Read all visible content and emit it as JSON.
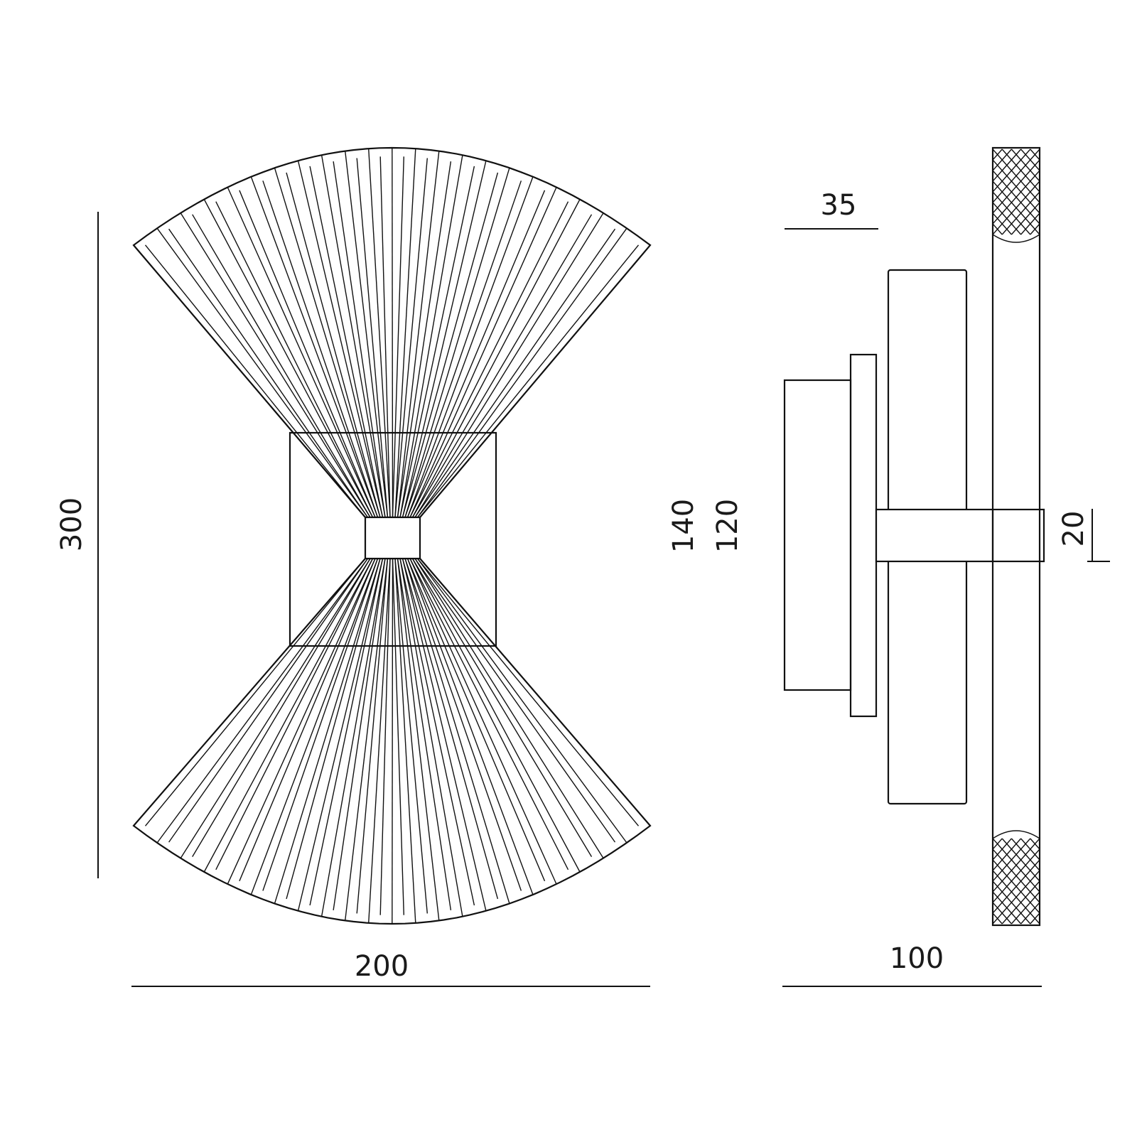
{
  "drawing": {
    "dimensions": {
      "height_total": "300",
      "width_front": "200",
      "depth_side": "100",
      "backplate_depth": "35",
      "height_diffuser": "140",
      "height_plate": "120",
      "arm_height": "20"
    }
  },
  "style": {
    "line_color": "#111111",
    "background": "#ffffff"
  }
}
